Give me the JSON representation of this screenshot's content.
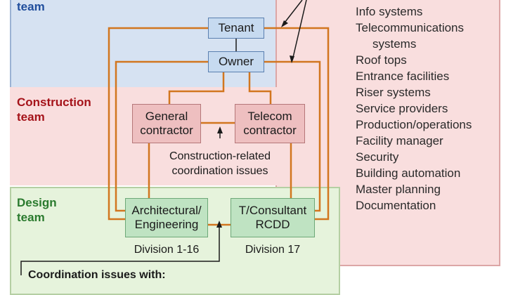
{
  "teams": {
    "owner_team": "team",
    "construction_team": "Construction\nteam",
    "design_team": "Design\nteam"
  },
  "nodes": {
    "tenant": "Tenant",
    "owner": "Owner",
    "general_contractor": "General\ncontractor",
    "telecom_contractor": "Telecom\ncontractor",
    "architectural_engineering": "Architectural/\nEngineering",
    "consultant": "T/Consultant\nRCDD"
  },
  "notes": {
    "construction_issues": "Construction-related\ncoordination issues",
    "division_ae": "Division 1-16",
    "division_consultant": "Division 17",
    "design_coordination": "Coordination issues with:"
  },
  "issues": [
    "Info systems",
    "Telecommunications",
    "systems",
    "Roof tops",
    "Entrance facilities",
    "Riser systems",
    "Service providers",
    "Production/operations",
    "Facility manager",
    "Security",
    "Building automation",
    "Master planning",
    "Documentation"
  ],
  "colors": {
    "owner_panel": "#d6e2f2",
    "construction_panel": "#f9dede",
    "design_panel": "#e6f3dc",
    "blue_box": "#c6daf0",
    "red_box": "#eebfc0",
    "green_box": "#bfe3c2",
    "orange_line": "#d2761f",
    "blue_label": "#1f4d9c",
    "red_label": "#a5131a",
    "green_label": "#2a7a2e"
  }
}
